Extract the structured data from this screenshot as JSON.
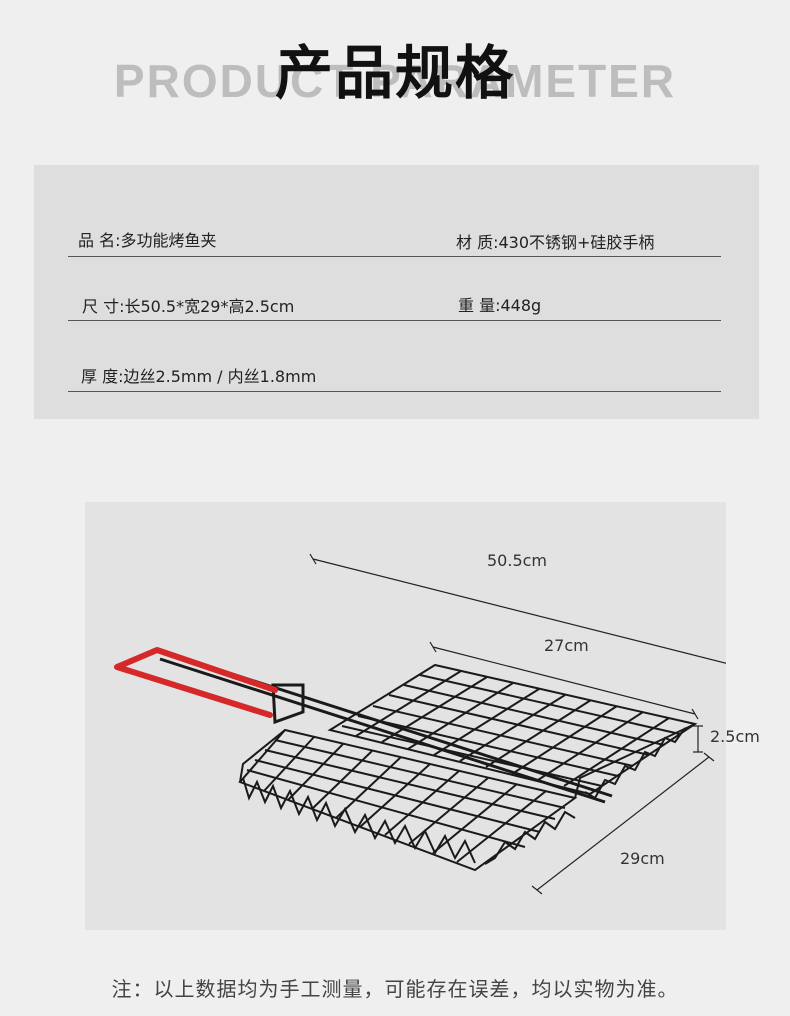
{
  "header": {
    "bg_title": "PRODUCT PARAMETER",
    "title": "产品规格"
  },
  "specs": {
    "name": "品 名:多功能烤鱼夹",
    "material": "材 质:430不锈钢+硅胶手柄",
    "size": "尺 寸:长50.5*宽29*高2.5cm",
    "weight": "重 量:448g",
    "thickness": "厚 度:边丝2.5mm / 内丝1.8mm"
  },
  "dimensions": {
    "length": "50.5cm",
    "width": "27cm",
    "height": "2.5cm",
    "depth": "29cm"
  },
  "footnote": "注：以上数据均为手工测量，可能存在误差，均以实物为准。",
  "colors": {
    "handle": "#d62828",
    "wire": "#1a1a1a"
  }
}
